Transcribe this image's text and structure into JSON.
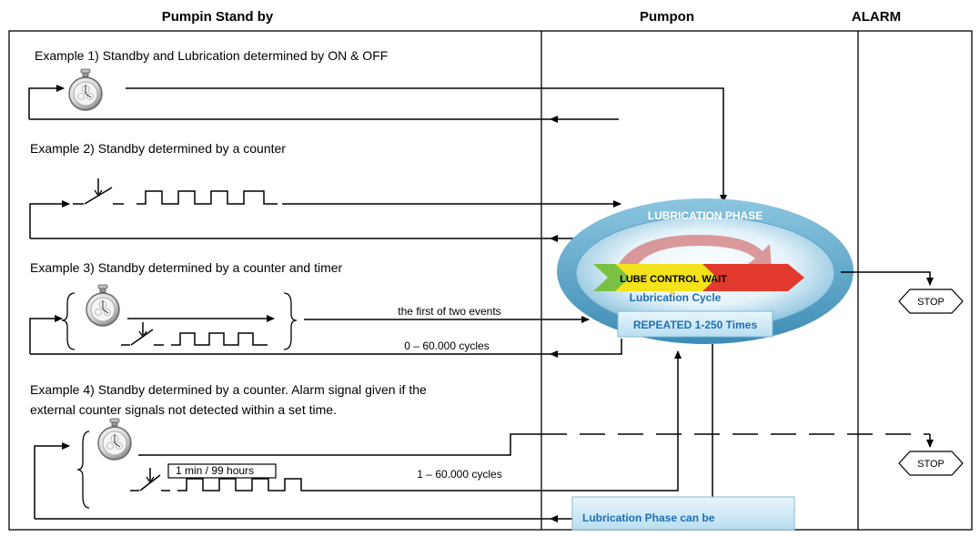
{
  "headers": {
    "standby": "Pumpin Stand by",
    "pumpon": "Pumpon",
    "alarm": "ALARM"
  },
  "examples": [
    "Example 1) Standby and Lubrication determined by ON & OFF",
    "Example 2) Standby determined by a counter",
    "Example 3) Standby determined by a counter and timer",
    "Example 4) Standby determined by a counter. Alarm signal given if the",
    "external counter signals not detected within a set time."
  ],
  "labels": {
    "first_of_two": "the first of two events",
    "cycles_ex3": "0 – 60.000 cycles",
    "time_ex4": "1 min / 99 hours",
    "cycles_ex4": "1 – 60.000 cycles"
  },
  "lube": {
    "phase_title": "LUBRICATION PHASE",
    "control_wait": "LUBE CONTROL WAIT",
    "cycle": "Lubrication Cycle",
    "repeated": "REPEATED 1-250 Times",
    "bottom_box": "Lubrication Phase can be"
  },
  "stop_label": "STOP",
  "icons": [
    "stopwatch-icon",
    "switch-icon",
    "pulse-train-icon"
  ],
  "colors": {
    "ellipse_outer": "#6fb3d2",
    "ellipse_inner": "#cfe7f3",
    "arrow_red": "#e23a2e",
    "arrow_yellow": "#f4e21a",
    "arrow_green": "#7ac143",
    "title_blue": "#1f6fb5",
    "box_fill": "#d6ecf7"
  }
}
